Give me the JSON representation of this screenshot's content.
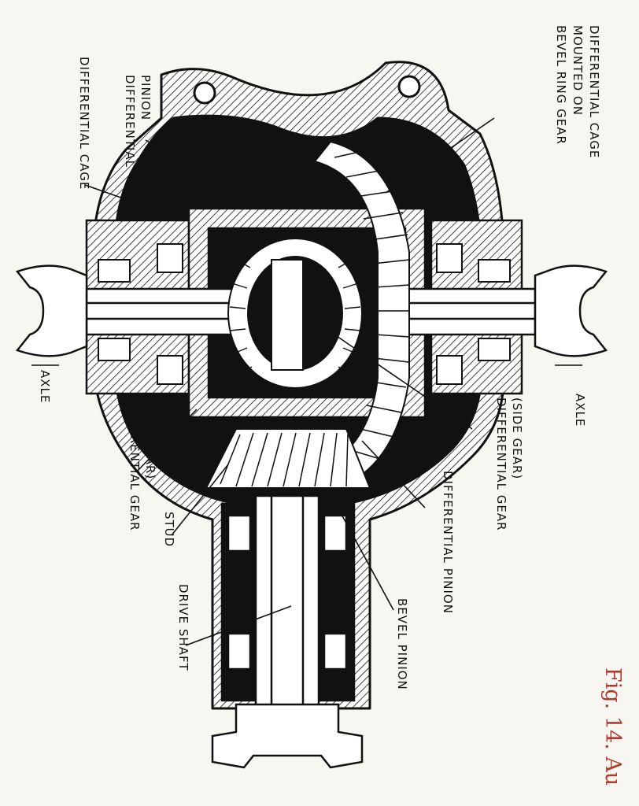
{
  "labels": {
    "ring_gear": [
      "BEVEL RING GEAR",
      "MOUNTED ON",
      "DIFFERENTIAL CAGE"
    ],
    "diff_pinion_top": [
      "DIFFERENTIAL",
      "PINION"
    ],
    "diff_cage": "DIFFERENTIAL CAGE",
    "axle_left": "AXLE",
    "axle_right": "AXLE",
    "side_gear_right": [
      "DIFFERENTIAL GEAR",
      "(SIDE GEAR)"
    ],
    "diff_pinion_right": "DIFFERENTIAL PINION",
    "bevel_pinion": "BEVEL PINION",
    "side_gear_left": [
      "DIFFERENTIAL GEAR",
      "(SIDE GEAR)"
    ],
    "stud": "STUD",
    "drive_shaft": "DRIVE SHAFT"
  },
  "caption": "Fig. 14. Au"
}
